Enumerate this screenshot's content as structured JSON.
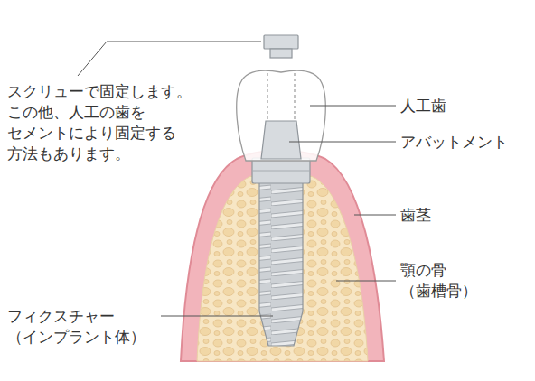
{
  "diagram": {
    "labels": [
      "スクリューで固定します。 この他、人工の歯を セメントにより固定する 方法もあります。",
      "人工歯",
      "アバットメント",
      "歯茎",
      "顎の骨 （歯槽骨）",
      "フィクスチャー （インプラント体）"
    ]
  }
}
